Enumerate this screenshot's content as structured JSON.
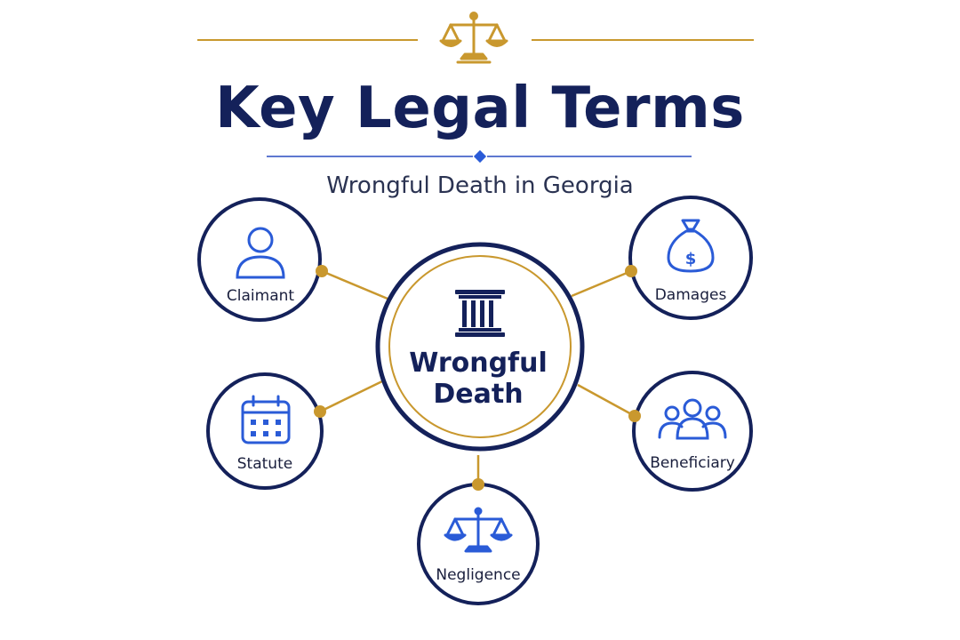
{
  "header": {
    "title": "Key Legal Terms",
    "subtitle": "Wrongful Death in Georgia"
  },
  "center": {
    "line1": "Wrongful",
    "line2": "Death",
    "icon": "column-pillar-icon"
  },
  "nodes": {
    "claimant": {
      "label": "Claimant",
      "icon": "person-icon"
    },
    "damages": {
      "label": "Damages",
      "icon": "money-bag-icon"
    },
    "statute": {
      "label": "Statute",
      "icon": "calendar-icon"
    },
    "beneficiary": {
      "label": "Beneficiary",
      "icon": "group-icon"
    },
    "negligence": {
      "label": "Negligence",
      "icon": "scales-icon"
    }
  },
  "colors": {
    "navy": "#14215a",
    "gold": "#c9982e",
    "blue": "#2a5bd7",
    "text": "#1a1f3d"
  }
}
